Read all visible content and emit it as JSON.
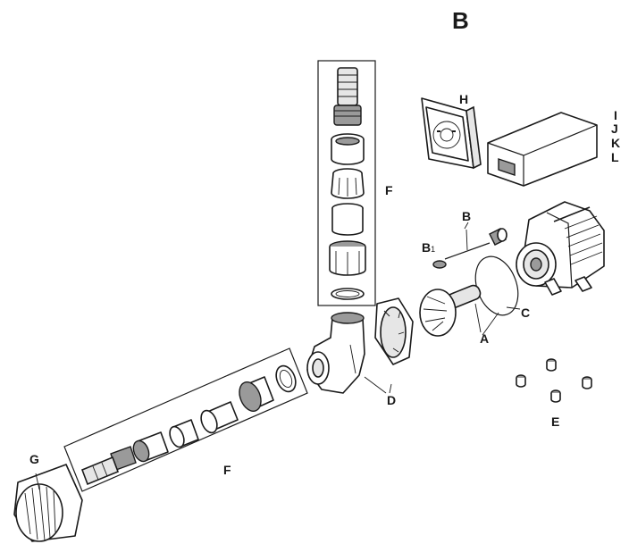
{
  "figure": {
    "title": "B",
    "labels": {
      "A": "A",
      "B": "B",
      "B1": "B",
      "B1_sub": "1",
      "C": "C",
      "D": "D",
      "E": "E",
      "F_top": "F",
      "F_bottom": "F",
      "G": "G",
      "H": "H",
      "I": "I",
      "J": "J",
      "K": "K",
      "L": "L"
    }
  }
}
